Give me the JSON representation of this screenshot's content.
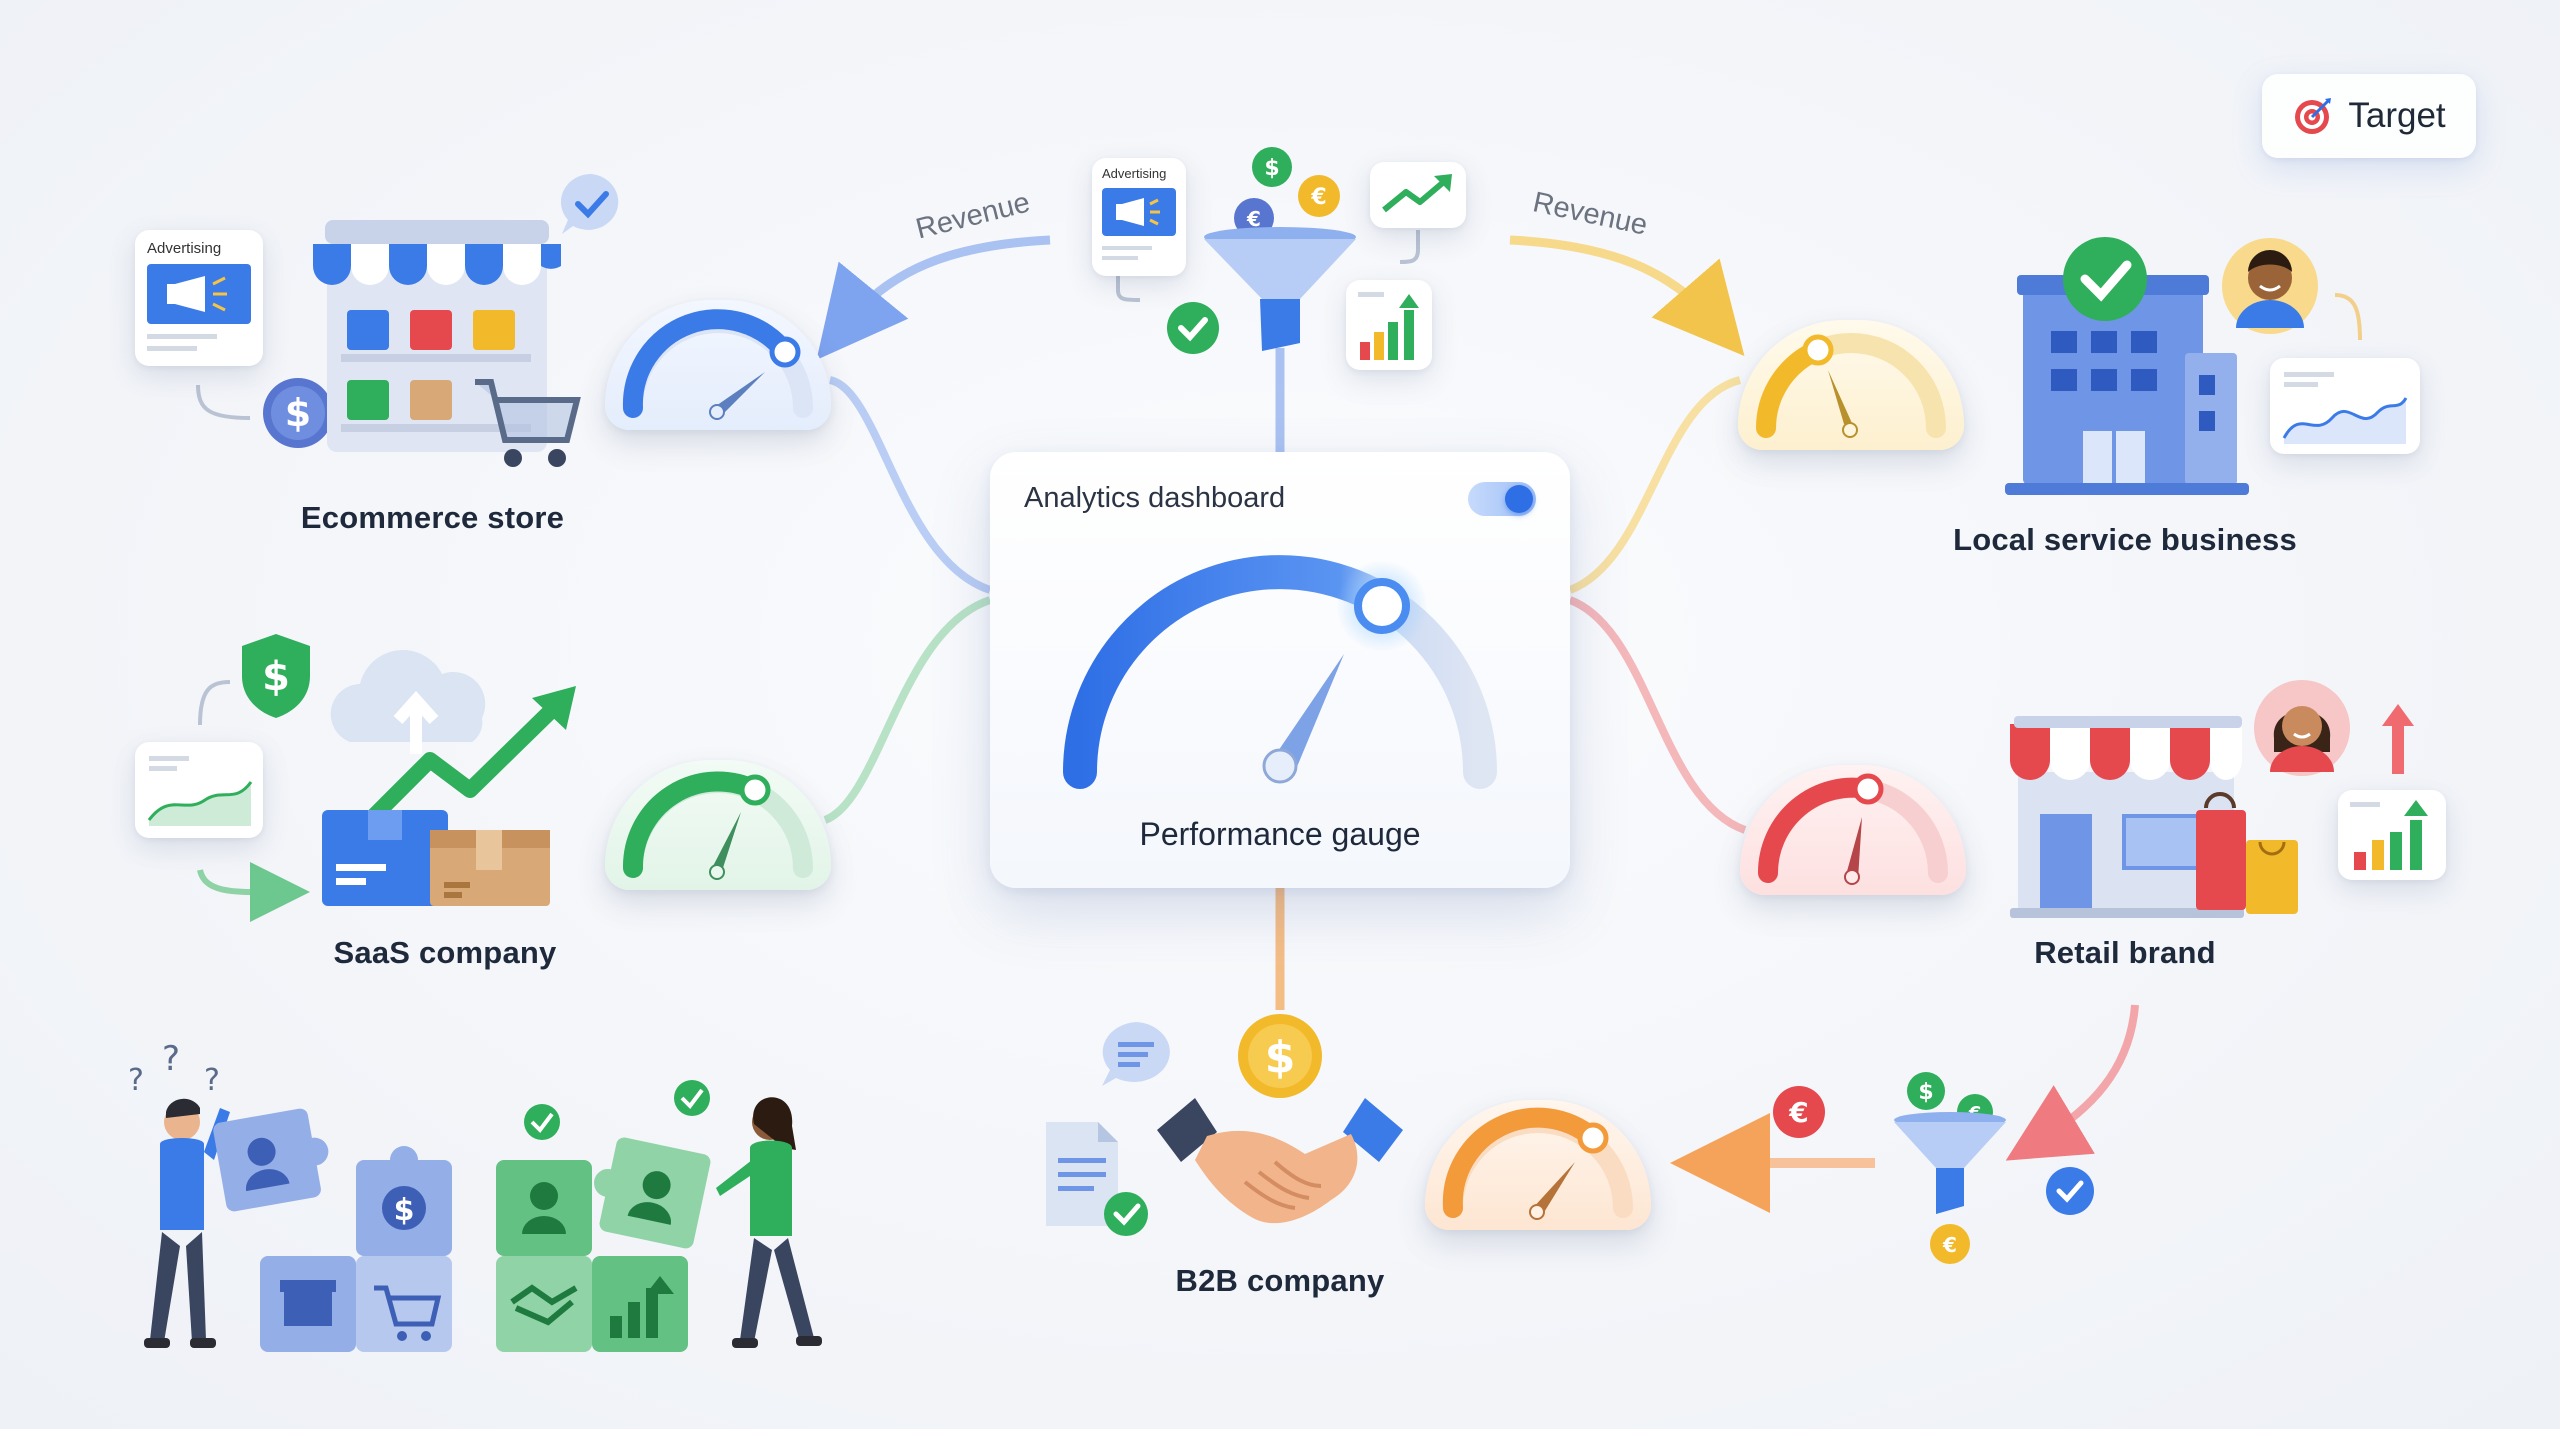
{
  "target_button": {
    "label": "Target",
    "icon": "target-icon"
  },
  "dashboard": {
    "title": "Analytics dashboard",
    "gauge_label": "Performance gauge",
    "toggle_on": true
  },
  "nodes": {
    "ecommerce": {
      "label": "Ecommerce store",
      "advertising_text": "Advertising"
    },
    "saas": {
      "label": "SaaS company"
    },
    "local": {
      "label": "Local service business"
    },
    "retail": {
      "label": "Retail brand"
    },
    "b2b": {
      "label": "B2B company"
    }
  },
  "top_center": {
    "advertising_text": "Advertising"
  },
  "flows": {
    "revenue_left": "Revenue",
    "revenue_right": "Revenue"
  },
  "colors": {
    "blue": "#3b7be8",
    "green": "#2fae5c",
    "yellow": "#f2b92a",
    "red": "#e5484d",
    "orange": "#f39a3b"
  }
}
